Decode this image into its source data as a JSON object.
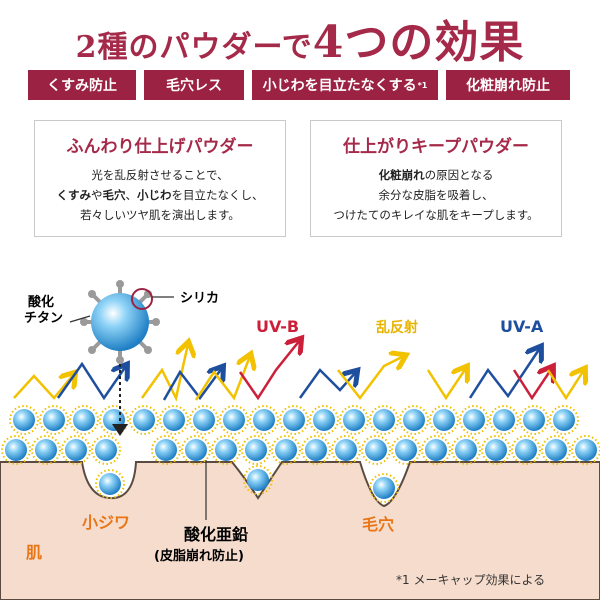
{
  "title": {
    "part1": "2種のパウダーで",
    "part2": "4つの効果"
  },
  "effects": [
    {
      "label": "くすみ防止"
    },
    {
      "label": "毛穴レス"
    },
    {
      "label": "小じわを目立たなくする",
      "note": "*1"
    },
    {
      "label": "化粧崩れ防止"
    }
  ],
  "cards": [
    {
      "heading": "ふんわり仕上げパウダー",
      "line1": "光を乱反射させることで、",
      "line2a": "くすみ",
      "line2b": "や",
      "line2c": "毛穴",
      "line2d": "、",
      "line2e": "小じわ",
      "line2f": "を目立たなくし、",
      "line3": "若々しいツヤ肌を演出します。"
    },
    {
      "heading": "仕上がりキープパウダー",
      "line1a": "化粧崩れ",
      "line1b": "の原因となる",
      "line2": "余分な皮脂を吸着し、",
      "line3": "つけたてのキレイな肌をキープします。"
    }
  ],
  "diagram": {
    "titanium_label_1": "酸化",
    "titanium_label_2": "チタン",
    "silica_label": "シリカ",
    "uvb": "UV-B",
    "scatter": "乱反射",
    "uva": "UV-A",
    "wrinkle": "小ジワ",
    "zinc": "酸化亜鉛",
    "zinc_sub": "(皮脂崩れ防止)",
    "pore": "毛穴",
    "skin": "肌",
    "footnote": "*1 メーキャップ効果による",
    "colors": {
      "uvb": "#cc1f3a",
      "uva": "#1e4f9e",
      "scatter": "#f2c200",
      "skin": "#f6dccd",
      "sphere": "#3aa8e4",
      "brand": "#9b2242"
    }
  }
}
